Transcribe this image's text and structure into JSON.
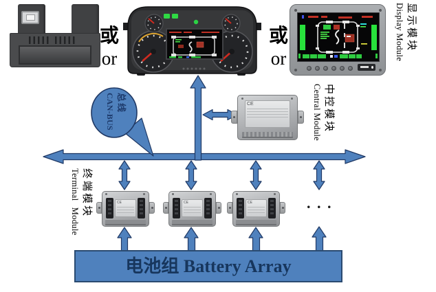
{
  "diagram": {
    "or_label": {
      "zh": "或",
      "en": "or"
    },
    "canbus": {
      "line1": "总线",
      "line2": "CAN-BUS"
    },
    "labels": {
      "display": {
        "zh": "显示模块",
        "en": "Display Module"
      },
      "central": {
        "zh": "中控模块",
        "en": "Central Module"
      },
      "terminal": {
        "zh": "终端模块",
        "en": "Terminal Module"
      }
    },
    "battery_label": "电池组 Battery Array",
    "ellipsis": ". . .",
    "ce_mark": "CE",
    "colors": {
      "arrow_fill": "#4f81bd",
      "arrow_stroke": "#1f3864",
      "battery_fill": "#4f81bd",
      "battery_text": "#17365d"
    }
  }
}
